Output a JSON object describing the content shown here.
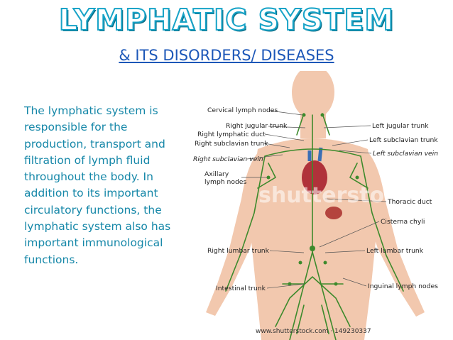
{
  "title": "LYMPHATIC SYSTEM",
  "subtitle": "& ITS DISORDERS/ DISEASES",
  "body_text": "The lymphatic system is responsible for the production, transport and filtration of lymph fluid throughout the body. In addition to its important circulatory functions, the lymphatic system also has important immunological functions.",
  "diagram": {
    "labels": {
      "cervical": "Cervical lymph nodes",
      "right_jugular": "Right jugular trunk",
      "right_lymphatic": "Right lymphatic duct",
      "right_subclavian_trunk": "Right subclavian trunk",
      "right_subclavian_vein": "Right subclavian vein",
      "axillary": "Axillary lymph nodes",
      "left_jugular": "Left jugular trunk",
      "left_subclavian_trunk": "Left subclavian trunk",
      "left_subclavian_vein": "Left subclavian vein",
      "thoracic": "Thoracic duct",
      "cisterna": "Cisterna chyli",
      "right_lumbar": "Right lumbar trunk",
      "left_lumbar": "Left lumbar trunk",
      "intestinal": "Intestinal trunk",
      "inguinal": "Inguinal lymph nodes"
    },
    "watermark": "shutterstock",
    "credit": "www.shutterstock.com · 149230337"
  },
  "colors": {
    "title_stroke": "#17a3c7",
    "subtitle": "#1c57b8",
    "body_text": "#1587a8",
    "skin": "#f2c8ae",
    "vessel": "#3d8a2c"
  }
}
